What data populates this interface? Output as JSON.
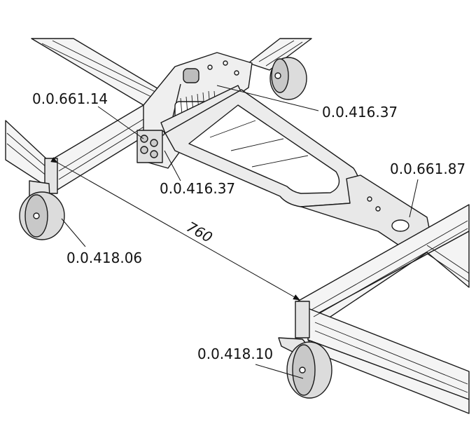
{
  "labels": {
    "mount_plate_top": "0.0.661.14",
    "spring_top": "0.0.416.37",
    "spring_bottom": "0.0.416.37",
    "hitch_plate": "0.0.661.87",
    "caster_left": "0.0.418.06",
    "caster_front": "0.0.418.10"
  },
  "dimension": {
    "distance": "760"
  },
  "colors": {
    "profile_fill": "#f4f4f4",
    "profile_shade": "#cfcfcf",
    "arm_fill": "#ececec",
    "wheel_fill": "#dcdcdc",
    "line": "#1a1a1a"
  }
}
